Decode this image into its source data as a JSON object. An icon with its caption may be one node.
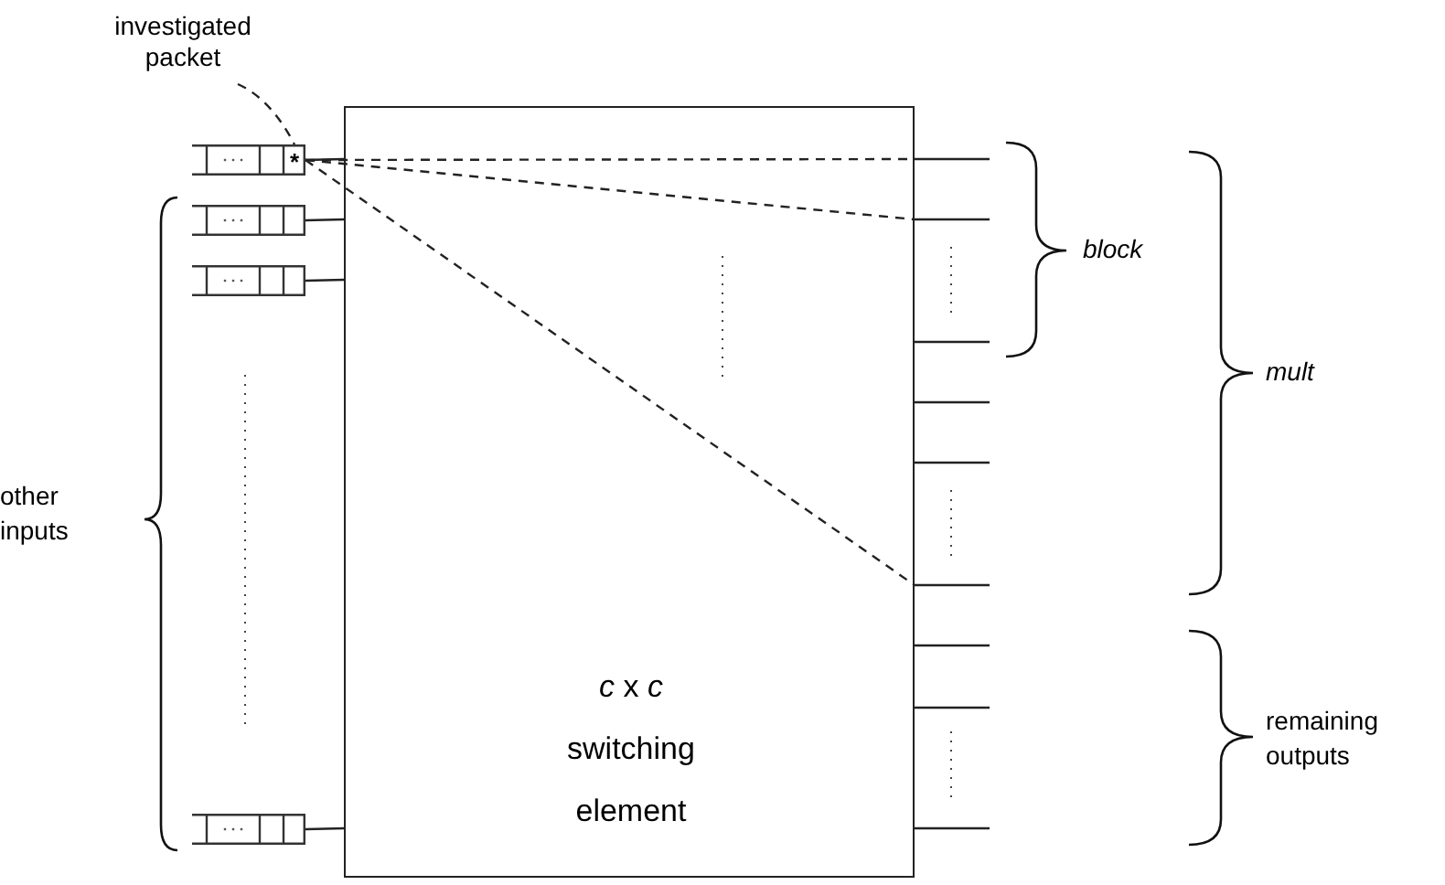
{
  "diagram": {
    "nodes": [
      {
        "text": [
          "*c* x *c*",
          "switching element"
        ]
      },
      {
        "text": [
          "investigated packet"
        ]
      },
      {
        "text": [
          "*"
        ]
      },
      {
        "text": [],
        "shape": "box"
      },
      {
        "text": [],
        "shape": "box"
      },
      {
        "text": [],
        "shape": "box"
      }
    ],
    "edges": [
      {
        "from": 1,
        "to": 2,
        "arrow": "none",
        "style": "dashed"
      },
      {
        "from": 2,
        "to": 0,
        "arrow": "none"
      },
      {
        "from": 3,
        "to": 0,
        "arrow": "none"
      },
      {
        "from": 4,
        "to": 0,
        "arrow": "none"
      },
      {
        "from": 5,
        "to": 0,
        "arrow": "none"
      },
      {
        "from": 0,
        "to": null,
        "arrow": "none"
      },
      {
        "from": 0,
        "to": null,
        "arrow": "none"
      },
      {
        "from": 0,
        "to": null,
        "arrow": "none"
      },
      {
        "from": 0,
        "to": null,
        "arrow": "none"
      },
      {
        "from": 0,
        "to": null,
        "arrow": "none"
      },
      {
        "from": 0,
        "to": null,
        "arrow": "none"
      },
      {
        "from": 0,
        "to": null,
        "arrow": "none"
      },
      {
        "from": 0,
        "to": null,
        "arrow": "none"
      },
      {
        "from": 0,
        "to": null,
        "arrow": "none"
      },
      {
        "from": 2,
        "to": 0,
        "arrow": "none",
        "style": "dashed"
      },
      {
        "from": 2,
        "to": 0,
        "arrow": "none",
        "style": "dashed"
      },
      {
        "from": 2,
        "to": 0,
        "arrow": "none",
        "style": "dashed"
      }
    ],
    "labels": [
      "other inputs",
      "block",
      "mult",
      "remaining outputs"
    ]
  }
}
